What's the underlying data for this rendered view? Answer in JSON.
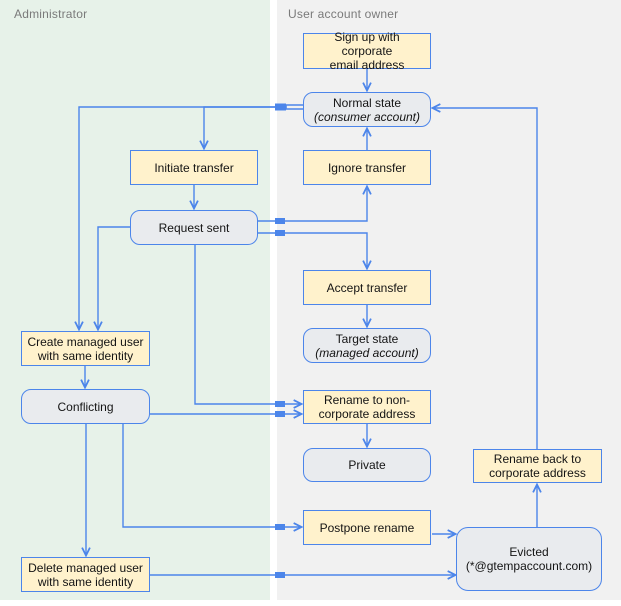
{
  "lanes": {
    "admin": {
      "title": "Administrator"
    },
    "user": {
      "title": "User account owner"
    }
  },
  "nodes": {
    "signup": {
      "type": "action",
      "line1": "Sign up with corporate",
      "line2": "email address"
    },
    "normal": {
      "type": "state",
      "line1": "Normal state",
      "line2": "(consumer account)"
    },
    "initiate": {
      "type": "action",
      "line1": "Initiate transfer",
      "line2": ""
    },
    "ignore": {
      "type": "action",
      "line1": "Ignore transfer",
      "line2": ""
    },
    "request": {
      "type": "state",
      "line1": "Request sent",
      "line2": ""
    },
    "accept": {
      "type": "action",
      "line1": "Accept transfer",
      "line2": ""
    },
    "target": {
      "type": "state",
      "line1": "Target state",
      "line2": "(managed account)"
    },
    "create": {
      "type": "action",
      "line1": "Create managed user",
      "line2": "with same identity"
    },
    "conflicting": {
      "type": "state",
      "line1": "Conflicting",
      "line2": ""
    },
    "renameNon": {
      "type": "action",
      "line1": "Rename to non-",
      "line2": "corporate address"
    },
    "private": {
      "type": "state",
      "line1": "Private",
      "line2": ""
    },
    "renameBack": {
      "type": "action",
      "line1": "Rename back to",
      "line2": "corporate address"
    },
    "postpone": {
      "type": "action",
      "line1": "Postpone rename",
      "line2": ""
    },
    "evicted": {
      "type": "state",
      "line1": "Evicted",
      "line2": "(*@gtempaccount.com)"
    },
    "delete": {
      "type": "action",
      "line1": "Delete managed user",
      "line2": "with same identity"
    }
  },
  "edges": [
    {
      "from": "signup",
      "to": "normal"
    },
    {
      "from": "ignore",
      "to": "normal"
    },
    {
      "from": "normal",
      "to": "initiate"
    },
    {
      "from": "normal",
      "to": "create"
    },
    {
      "from": "initiate",
      "to": "request"
    },
    {
      "from": "request",
      "to": "ignore"
    },
    {
      "from": "request",
      "to": "accept"
    },
    {
      "from": "request",
      "to": "create"
    },
    {
      "from": "request",
      "to": "renameNon"
    },
    {
      "from": "accept",
      "to": "target"
    },
    {
      "from": "create",
      "to": "conflicting"
    },
    {
      "from": "conflicting",
      "to": "renameNon"
    },
    {
      "from": "conflicting",
      "to": "postpone"
    },
    {
      "from": "conflicting",
      "to": "delete"
    },
    {
      "from": "renameNon",
      "to": "private"
    },
    {
      "from": "postpone",
      "to": "evicted"
    },
    {
      "from": "delete",
      "to": "evicted"
    },
    {
      "from": "evicted",
      "to": "renameBack"
    },
    {
      "from": "renameBack",
      "to": "normal"
    }
  ],
  "colors": {
    "blue": "#4c85ea",
    "yellow": "#fff2cc",
    "statefill": "#e9ebee",
    "lane_green": "#e7f2e9",
    "lane_gray": "#f1f1f1",
    "lane_title": "#7a7a7a",
    "text": "#141414"
  }
}
